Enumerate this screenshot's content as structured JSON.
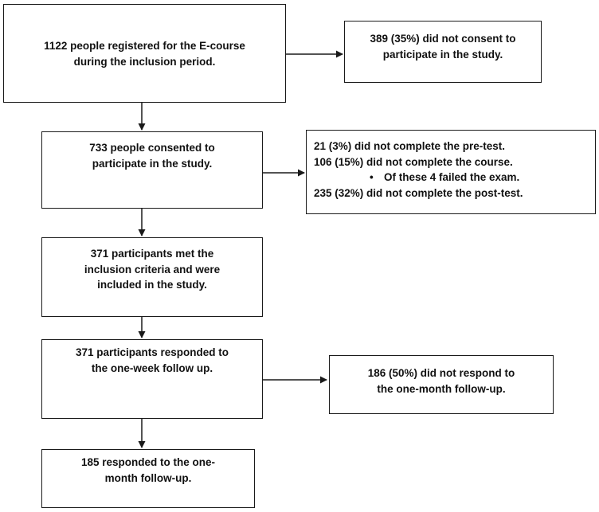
{
  "flowchart": {
    "main": [
      {
        "lines": [
          "1122 people registered for the E-course",
          "during the inclusion period."
        ]
      },
      {
        "lines": [
          "733 people consented to",
          "participate in the study."
        ]
      },
      {
        "lines": [
          "371 participants met the",
          "inclusion criteria and were",
          "included in the study."
        ]
      },
      {
        "lines": [
          "371 participants responded to",
          "the one-week follow up."
        ]
      },
      {
        "lines": [
          "185 responded to the one-",
          "month follow-up."
        ]
      }
    ],
    "side": [
      {
        "lines": [
          "389 (35%) did not consent to",
          "participate in the study."
        ]
      },
      {
        "lines": [
          "21 (3%) did not complete the pre-test.",
          "106 (15%) did not complete the course."
        ],
        "bullet": "Of these 4 failed the exam.",
        "after": [
          "235 (32%) did not complete the post-test."
        ]
      },
      {
        "lines": [
          "186 (50%) did not respond to",
          "the one-month follow-up."
        ]
      }
    ]
  }
}
